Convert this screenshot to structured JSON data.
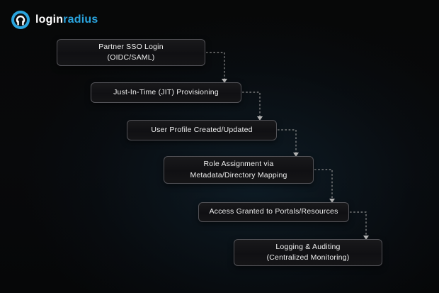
{
  "brand": {
    "logo_icon": "loginradius-logo-icon",
    "name_primary": "login",
    "name_secondary": "radius",
    "name_primary_color": "#ffffff",
    "name_secondary_color": "#2AA4DE"
  },
  "diagram": {
    "type": "flowchart-staircase",
    "connector_style": "dashed-elbow-arrow",
    "connector_color": "#8f8f8f",
    "arrowhead_color": "#b8b8b8",
    "box_border_color": "#525257",
    "box_fill": "#141416",
    "box_text_color": "#f0f0f0",
    "background_color": "#07090b",
    "steps": [
      {
        "id": 1,
        "label": "Partner SSO Login\n(OIDC/SAML)"
      },
      {
        "id": 2,
        "label": "Just-In-Time (JIT) Provisioning"
      },
      {
        "id": 3,
        "label": "User Profile Created/Updated"
      },
      {
        "id": 4,
        "label": "Role Assignment via\nMetadata/Directory Mapping"
      },
      {
        "id": 5,
        "label": "Access Granted to Portals/Resources"
      },
      {
        "id": 6,
        "label": "Logging & Auditing\n(Centralized Monitoring)"
      }
    ]
  }
}
